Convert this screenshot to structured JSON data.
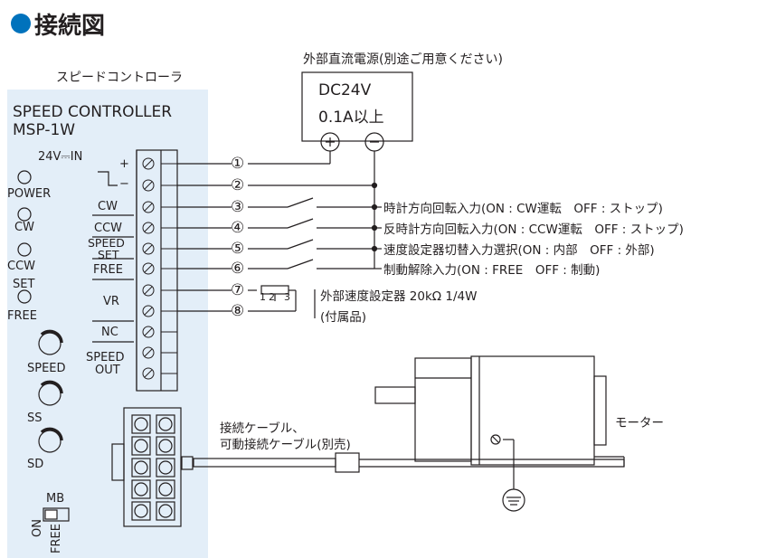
{
  "title": "接続図",
  "controller": {
    "caption": "スピードコントローラ",
    "name": "SPEED CONTROLLER",
    "model": "MSP-1W",
    "indicators": [
      "24V⎓IN",
      "POWER",
      "CW",
      "CCW",
      "SET",
      "FREE"
    ],
    "knobs": [
      "SPEED",
      "SS",
      "SD"
    ],
    "switch": {
      "label": "MB",
      "on": "ON",
      "free": "FREE"
    }
  },
  "terminals": {
    "plus": "+",
    "minus": "−",
    "labels": [
      "CW",
      "CCW",
      "SPEED",
      "SET",
      "FREE",
      "VR",
      "NC",
      "SPEED",
      "OUT"
    ]
  },
  "power": {
    "caption": "外部直流電源(別途ご用意ください)",
    "line1": "DC24V",
    "line2": "0.1A以上",
    "plus": "+",
    "minus": "−"
  },
  "wires": [
    "①",
    "②",
    "③",
    "④",
    "⑤",
    "⑥",
    "⑦",
    "⑧"
  ],
  "inputs": [
    "時計方向回転入力(ON : CW運転　OFF : ストップ)",
    "反時計方向回転入力(ON : CCW運転　OFF : ストップ)",
    "速度設定器切替入力選択(ON : 内部　OFF : 外部)",
    "制動解除入力(ON : FREE　OFF : 制動)"
  ],
  "potentiometer": {
    "pins": [
      "1",
      "2",
      "3"
    ],
    "line1": "外部速度設定器 20kΩ 1/4W",
    "line2": "(付属品)"
  },
  "cable": {
    "line1": "接続ケーブル、",
    "line2": "可動接続ケーブル(別売)"
  },
  "motor": {
    "label": "モーター"
  },
  "colors": {
    "accent": "#0072bc",
    "panel": "#e3eef8",
    "line": "#231f20"
  }
}
